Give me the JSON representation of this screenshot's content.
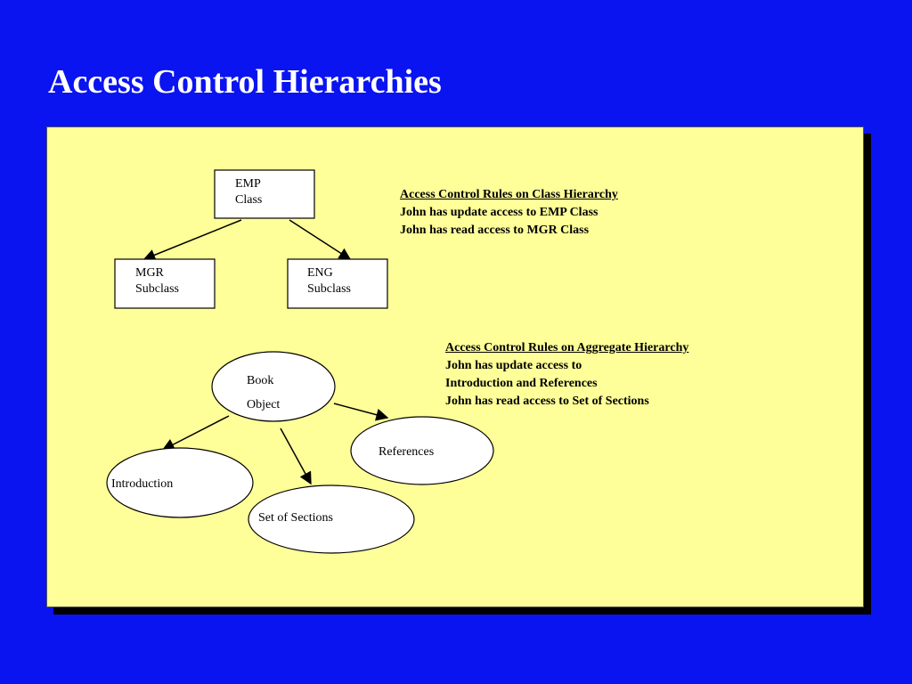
{
  "title": "Access Control Hierarchies",
  "class_hierarchy": {
    "root": {
      "line1": "EMP",
      "line2": "Class"
    },
    "children": [
      {
        "line1": "MGR",
        "line2": "Subclass"
      },
      {
        "line1": "ENG",
        "line2": "Subclass"
      }
    ],
    "rules_heading": "Access Control Rules on Class Hierarchy",
    "rules": [
      "John has update access to EMP Class",
      "John has read access to MGR Class"
    ]
  },
  "aggregate_hierarchy": {
    "root": {
      "line1": "Book",
      "line2": "Object"
    },
    "children": [
      "References",
      "Introduction",
      "Set of Sections"
    ],
    "rules_heading": "Access Control Rules on Aggregate Hierarchy",
    "rules": [
      "John has update access to",
      "Introduction and References",
      "John has read access to Set of Sections"
    ]
  }
}
